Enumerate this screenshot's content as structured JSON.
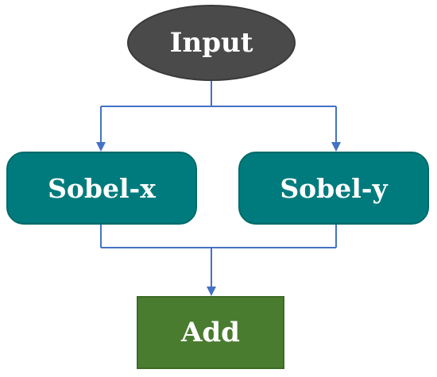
{
  "diagram": {
    "nodes": {
      "input": {
        "label": "Input"
      },
      "sobel_x": {
        "label": "Sobel-x"
      },
      "sobel_y": {
        "label": "Sobel-y"
      },
      "add": {
        "label": "Add"
      }
    },
    "edges": [
      {
        "from": "input",
        "to": "sobel_x"
      },
      {
        "from": "input",
        "to": "sobel_y"
      },
      {
        "from": "sobel_x",
        "to": "add"
      },
      {
        "from": "sobel_y",
        "to": "add"
      }
    ],
    "colors": {
      "input_fill": "#4a4a4a",
      "sobel_fill": "#007b7d",
      "add_fill": "#4a7c2f",
      "connector": "#4472c4",
      "text": "#ffffff"
    }
  }
}
